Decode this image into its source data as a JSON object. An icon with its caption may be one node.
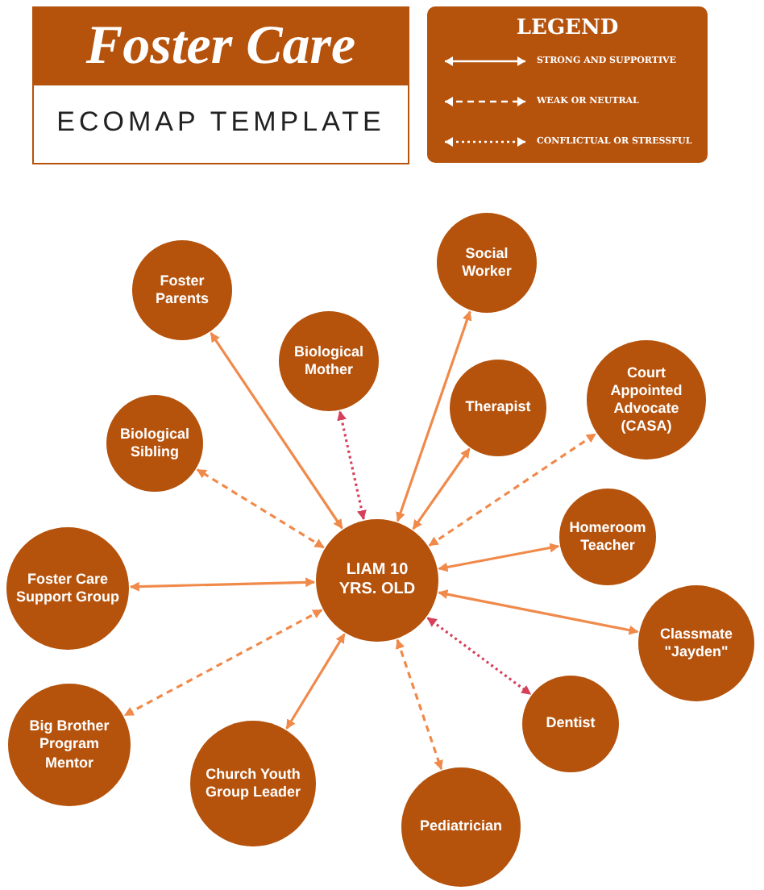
{
  "diagram": {
    "title": "Foster Care",
    "nodes": [
      {
        "text": [
          "Social Worker"
        ]
      },
      {
        "text": [
          "Foster Parents"
        ]
      },
      {
        "text": [
          "Biological Mother"
        ]
      },
      {
        "text": [
          "Court Appointed Advocate (CASA)"
        ]
      },
      {
        "text": [
          "Therapist"
        ]
      },
      {
        "text": [
          "Biological Sibling"
        ]
      },
      {
        "text": [
          "Homeroom Teacher"
        ]
      },
      {
        "text": [
          "LIAM 10 YRS. OLD"
        ]
      },
      {
        "text": [
          "Foster Care Support Group"
        ]
      },
      {
        "text": [
          "Classmate \"Jayden\""
        ]
      },
      {
        "text": [
          "Dentist"
        ]
      },
      {
        "text": [
          "Big Brother Program Mentor"
        ]
      },
      {
        "text": [
          "Church Youth Group Leader"
        ]
      },
      {
        "text": [
          "Pediatrician"
        ]
      }
    ],
    "edges": [
      {
        "from": 7,
        "to": 0,
        "arrow": "both"
      },
      {
        "from": 7,
        "to": 1,
        "arrow": "both"
      },
      {
        "from": 7,
        "to": 2,
        "arrow": "both",
        "style": "dashed",
        "color": "#d6405a"
      },
      {
        "from": 7,
        "to": 3,
        "arrow": "both",
        "style": "dashed"
      },
      {
        "from": 7,
        "to": 4,
        "arrow": "both"
      },
      {
        "from": 7,
        "to": 5,
        "arrow": "both",
        "style": "dashed"
      },
      {
        "from": 7,
        "to": 6,
        "arrow": "both"
      },
      {
        "from": 7,
        "to": 8,
        "arrow": "both"
      },
      {
        "from": 7,
        "to": 9,
        "arrow": "both"
      },
      {
        "from": 7,
        "to": 10,
        "arrow": "both",
        "style": "dashed",
        "color": "#d6405a"
      },
      {
        "from": 7,
        "to": 11,
        "arrow": "both",
        "style": "dashed"
      },
      {
        "from": 7,
        "to": 12,
        "arrow": "both"
      },
      {
        "from": 7,
        "to": 13,
        "arrow": "both",
        "style": "dashed"
      }
    ],
    "labels": [
      "ECOMAP TEMPLATE",
      "LEGEND"
    ],
    "legend": [
      {
        "text": "STRONG AND SUPPORTIVE"
      },
      {
        "text": "WEAK OR NEUTRAL"
      },
      {
        "text": "CONFLICTUAL OR STRESSFUL"
      }
    ]
  }
}
